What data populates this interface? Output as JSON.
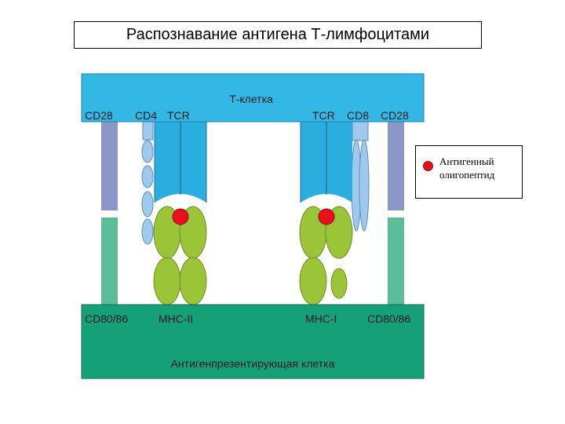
{
  "title": "Распознавание антигена Т-лимфоцитами",
  "t_cell": {
    "name": "Т-клетка",
    "labels_left": [
      "CD28",
      "CD4",
      "TCR"
    ],
    "labels_right": [
      "TCR",
      "CD8",
      "CD28"
    ]
  },
  "apc": {
    "name": "Антигенпрезентирующая клетка",
    "labels": [
      "CD80/86",
      "MHC-II",
      "MHC-I",
      "CD80/86"
    ]
  },
  "legend": {
    "line1": "Антигенный",
    "line2": "олигопептид"
  },
  "colors": {
    "t_cell": "#33b8e6",
    "apc": "#16a078",
    "cd28": "#8d96c8",
    "cd80": "#5bbd98",
    "cd4_cd8": "#9ec9ec",
    "tcr": "#2aaee0",
    "mhc": "#9bc438",
    "peptide": "#e8111b"
  }
}
